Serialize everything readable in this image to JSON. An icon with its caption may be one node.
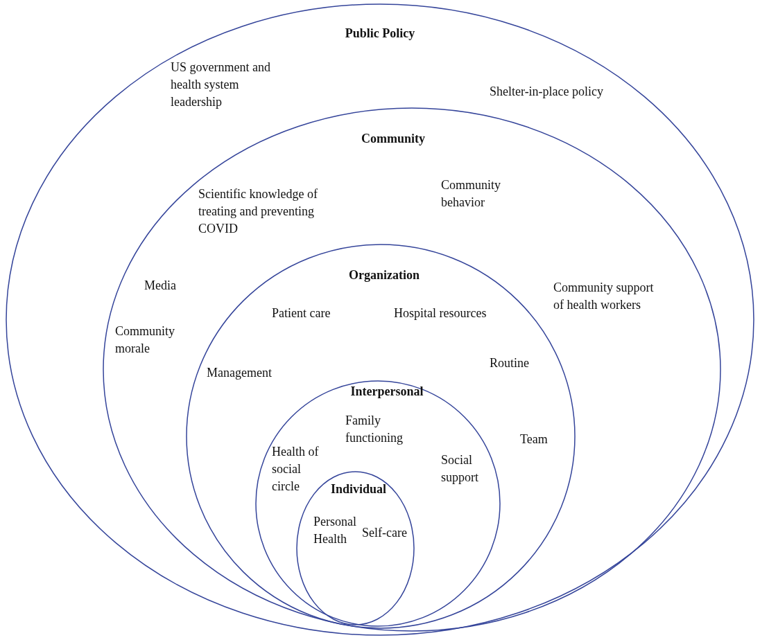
{
  "diagram": {
    "nodes": [
      {
        "text": [
          "Public Policy",
          "US government and health system leadership",
          "Shelter-in-place policy"
        ]
      },
      {
        "text": [
          "Community",
          "Scientific knowledge of treating and preventing COVID",
          "Community behavior",
          "Media",
          "Community support of health workers",
          "Community morale"
        ],
        "in": 0
      },
      {
        "text": [
          "Organization",
          "Patient care",
          "Hospital resources",
          "Management",
          "Routine",
          "Team"
        ],
        "in": 1
      },
      {
        "text": [
          "Interpersonal",
          "Family functioning",
          "Health of social circle",
          "Social support"
        ],
        "in": 2
      },
      {
        "text": [
          "Individual",
          "Personal Health",
          "Self-care"
        ],
        "in": 3
      }
    ]
  }
}
